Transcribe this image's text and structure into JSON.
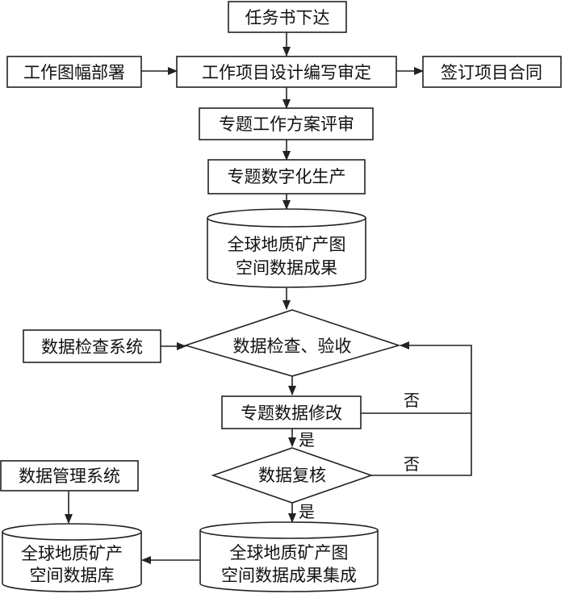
{
  "nodes": {
    "task_issued": "任务书下达",
    "work_sheet_deploy": "工作图幅部署",
    "project_design": "工作项目设计编写审定",
    "sign_contract": "签订项目合同",
    "thematic_review": "专题工作方案评审",
    "digital_production": "专题数字化生产",
    "spatial_results": [
      "全球地质矿产图",
      "空间数据成果"
    ],
    "data_check_system": "数据检查系统",
    "data_check_accept": "数据检查、验收",
    "thematic_data_modify": "专题数据修改",
    "data_recheck": "数据复核",
    "data_management_system": "数据管理系统",
    "spatial_database": [
      "全球地质矿产",
      "空间数据库"
    ],
    "spatial_results_integrated": [
      "全球地质矿产图",
      "空间数据成果集成"
    ]
  },
  "edge_labels": {
    "no_1": "否",
    "yes_1": "是",
    "no_2": "否",
    "yes_2": "是"
  },
  "colors": {
    "stroke": "#222222",
    "fill": "#ffffff",
    "text": "#111111"
  }
}
